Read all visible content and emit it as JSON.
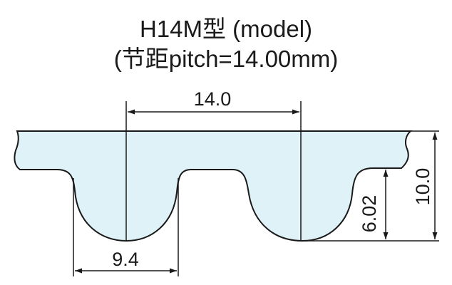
{
  "title": {
    "line1": "H14M型 (model)",
    "line2": "(节距pitch=14.00mm)"
  },
  "dimensions": {
    "pitch": "14.0",
    "tooth_width": "9.4",
    "tooth_height": "6.02",
    "total_height": "10.0"
  },
  "colors": {
    "belt_fill": "#dff2f8",
    "outline": "#1a1a1a"
  }
}
